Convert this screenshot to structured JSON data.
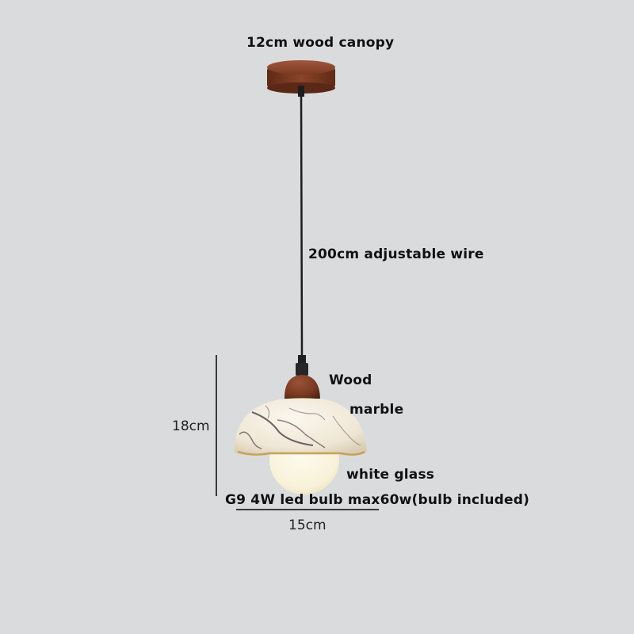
{
  "labels": {
    "canopy": "12cm wood canopy",
    "wire": "200cm adjustable wire",
    "wood": "Wood",
    "marble": "marble",
    "glass": "white glass",
    "bulb": "G9 4W led bulb max60w(bulb included)"
  },
  "dimensions": {
    "height": "18cm",
    "width": "15cm"
  },
  "colors": {
    "background": "#dadbdd",
    "wood": "#7a3a22",
    "wire": "#1a1a1a",
    "marble": "#f2ece0",
    "glass": "#fbf6e2"
  }
}
